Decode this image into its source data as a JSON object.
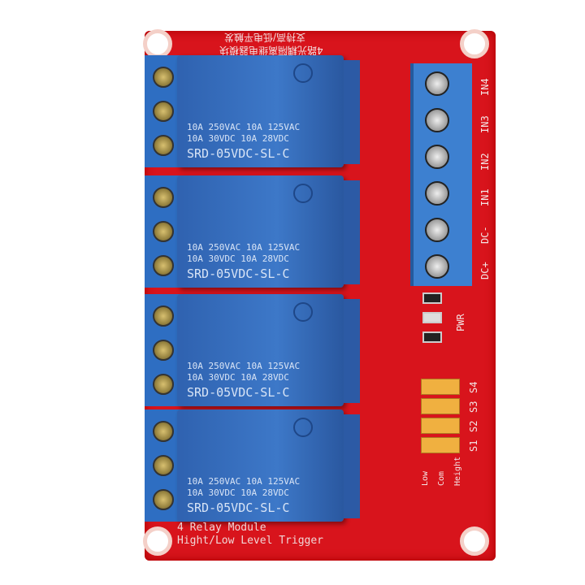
{
  "board": {
    "color": "#d8141c",
    "relay_color": "#3468b8",
    "title_cn": "4路光耦隔离继电器模块",
    "subtitle_cn": "支持高/低电平触发",
    "relays": [
      {
        "line1": "10A 250VAC  10A 125VAC",
        "line2": "10A  30VDC  10A  28VDC",
        "model": "SRD-05VDC-SL-C"
      },
      {
        "line1": "10A 250VAC  10A 125VAC",
        "line2": "10A  30VDC  10A  28VDC",
        "model": "SRD-05VDC-SL-C"
      },
      {
        "line1": "10A 250VAC  10A 125VAC",
        "line2": "10A  30VDC  10A  28VDC",
        "model": "SRD-05VDC-SL-C"
      },
      {
        "line1": "10A 250VAC  10A 125VAC",
        "line2": "10A  30VDC  10A  28VDC",
        "model": "SRD-05VDC-SL-C"
      }
    ],
    "pins": [
      "IN4",
      "IN3",
      "IN2",
      "IN1",
      "DC-",
      "DC+"
    ],
    "pwr": "PWR",
    "jumpers": [
      "S4",
      "S3",
      "S2",
      "S1"
    ],
    "jumper_labels": [
      "Low",
      "Com",
      "Height"
    ],
    "bottom1": "4 Relay Module",
    "bottom2": "Hight/Low Level Trigger"
  }
}
